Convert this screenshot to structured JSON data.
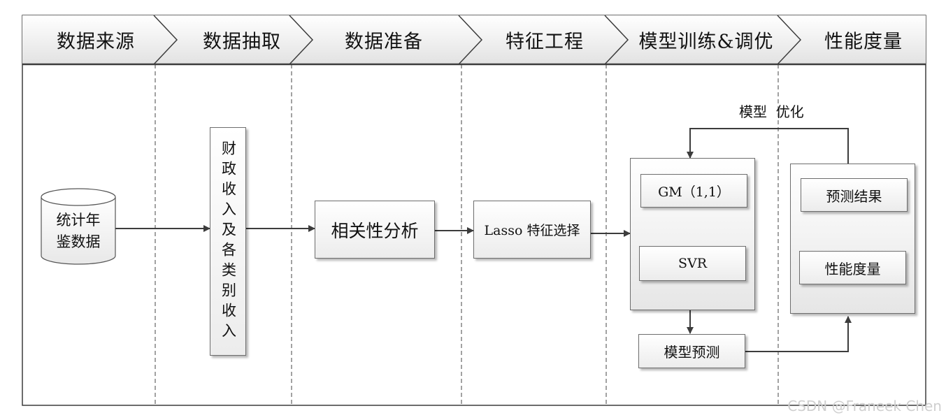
{
  "phases": [
    "数据来源",
    "数据抽取",
    "数据准备",
    "特征工程",
    "模型训练&调优",
    "性能度量"
  ],
  "nodes": {
    "source": "统计年鉴数据",
    "source_line1": "统计年",
    "source_line2": "鉴数据",
    "extract": "财政收入及各类别收入",
    "correlation": "相关性分析",
    "lasso": "Lasso 特征选择",
    "gm": "GM（1,1）",
    "svr": "SVR",
    "model_predict": "模型预测",
    "result": "预测结果",
    "performance": "性能度量"
  },
  "loop_label": "模型  优化",
  "watermark": "CSDN @Franeek Chen",
  "colors": {
    "line": "#3c3c3c",
    "header_top": "#ffffff",
    "header_bottom": "#e2e2e2"
  }
}
